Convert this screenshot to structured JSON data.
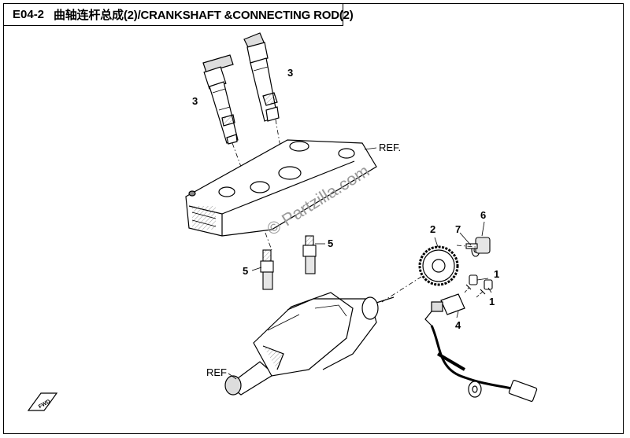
{
  "header": {
    "code": "E04-2",
    "title": "曲轴连杆总成(2)/CRANKSHAFT &CONNECTING ROD(2)"
  },
  "callouts": {
    "ignition_coil_a": "3",
    "ignition_coil_b": "3",
    "spark_plug_a": "5",
    "spark_plug_b": "5",
    "sprocket": "2",
    "washer": "7",
    "bolt": "6",
    "screw_a": "1",
    "screw_b": "1",
    "sensor": "4"
  },
  "references": {
    "cylinder_head_cover": "REF.",
    "crankshaft": "REF"
  },
  "watermark": "© Partzilla.com",
  "fwd_marker": "FWD"
}
